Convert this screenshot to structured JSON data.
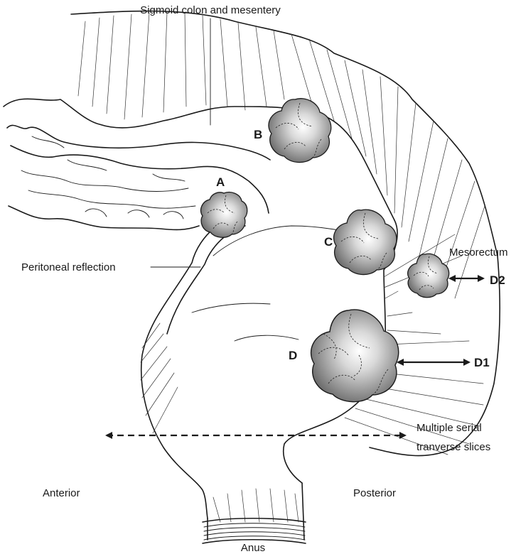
{
  "labels": {
    "sigmoid": "Sigmoid colon and mesentery",
    "peritoneal": "Peritoneal reflection",
    "mesorectum": "Mesorectum",
    "slices_line1": "Multiple serial",
    "slices_line2": "tranverse slices",
    "anterior": "Anterior",
    "posterior": "Posterior",
    "anus": "Anus"
  },
  "tumors": {
    "a": "A",
    "b": "B",
    "c": "C",
    "d": "D"
  },
  "measures": {
    "d1": "D1",
    "d2": "D2"
  },
  "colors": {
    "stroke": "#1a1a1a",
    "tumor_light": "#f4f4f4",
    "tumor_dark": "#6a6a6a"
  }
}
